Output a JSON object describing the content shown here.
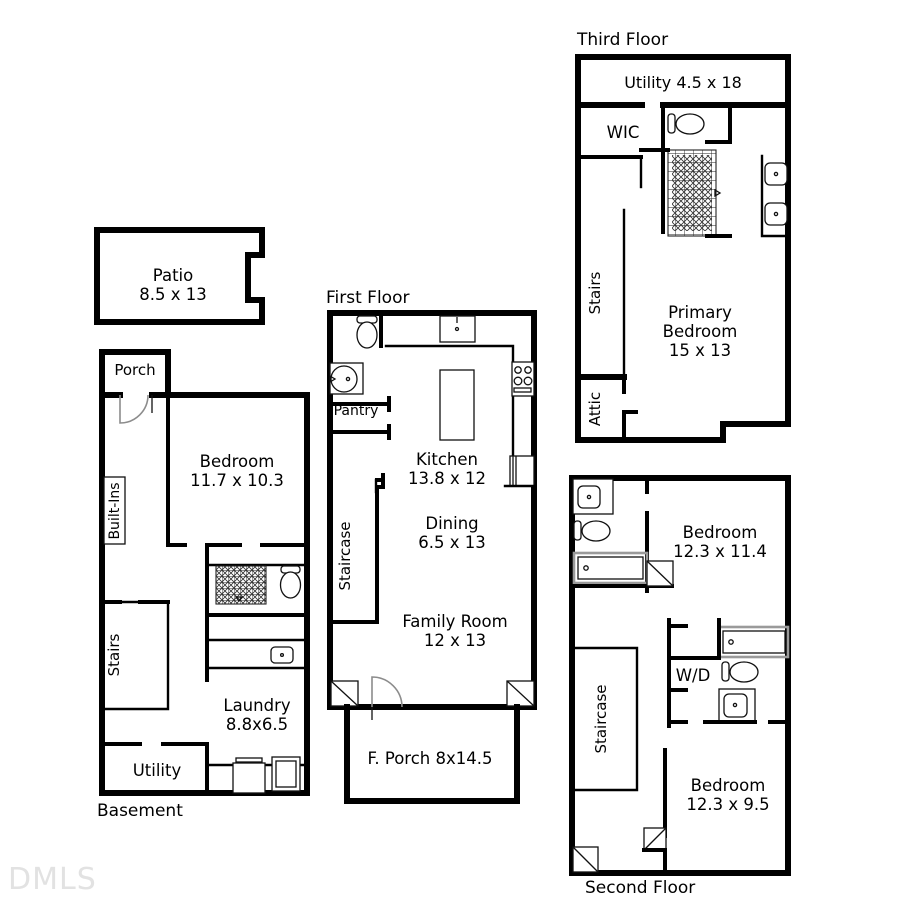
{
  "document": {
    "kind": "real-estate-floor-plan",
    "watermark": "DMLS"
  },
  "floors": {
    "basement": {
      "label": "Basement",
      "rooms": {
        "patio": {
          "name": "Patio",
          "dimensions": "8.5 x 13"
        },
        "porch": {
          "name": "Porch"
        },
        "bedroom": {
          "name": "Bedroom",
          "dimensions": "11.7 x 10.3"
        },
        "built_ins": {
          "name": "Built-Ins"
        },
        "stairs": {
          "name": "Stairs"
        },
        "laundry": {
          "name": "Laundry",
          "dimensions": "8.8x6.5"
        },
        "utility": {
          "name": "Utility"
        }
      }
    },
    "first": {
      "label": "First Floor",
      "rooms": {
        "pantry": {
          "name": "Pantry"
        },
        "kitchen": {
          "name": "Kitchen",
          "dimensions": "13.8 x 12"
        },
        "dining": {
          "name": "Dining",
          "dimensions": "6.5 x 13"
        },
        "family_room": {
          "name": "Family Room",
          "dimensions": "12 x 13"
        },
        "staircase": {
          "name": "Staircase"
        },
        "front_porch": {
          "name": "F. Porch 8x14.5"
        }
      }
    },
    "second": {
      "label": "Second Floor",
      "rooms": {
        "bedroom_front": {
          "name": "Bedroom",
          "dimensions": "12.3 x 11.4"
        },
        "bedroom_rear": {
          "name": "Bedroom",
          "dimensions": "12.3 x 9.5"
        },
        "laundry_closet": {
          "name": "W/D"
        },
        "staircase": {
          "name": "Staircase"
        }
      }
    },
    "third": {
      "label": "Third Floor",
      "rooms": {
        "utility": {
          "name": "Utility 4.5 x 18"
        },
        "wic": {
          "name": "WIC"
        },
        "stairs": {
          "name": "Stairs"
        },
        "attic": {
          "name": "Attic"
        },
        "primary_bedroom": {
          "name": "Primary\nBedroom",
          "name_line1": "Primary",
          "name_line2": "Bedroom",
          "dimensions": "15 x 13"
        }
      }
    }
  },
  "colors": {
    "wall": "#000000",
    "fixture": "#111111",
    "fixture_accent": "#9a9a9a",
    "door_swing": "#8c8c8c",
    "background": "#ffffff",
    "watermark": "#e2e2e2"
  }
}
